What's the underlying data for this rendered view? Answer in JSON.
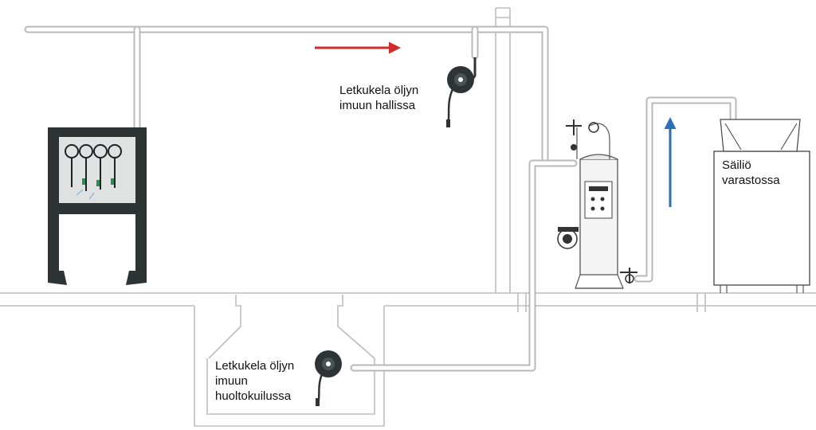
{
  "labels": {
    "reel_hall_line1": "Letkukela öljyn",
    "reel_hall_line2": "imuun hallissa",
    "reel_pit_line1": "Letkukela öljyn",
    "reel_pit_line2": "imuun",
    "reel_pit_line3": "huoltokuilussa",
    "tank_line1": "Säiliö",
    "tank_line2": "varastossa"
  },
  "colors": {
    "flow_arrow_red": "#d42a2a",
    "flow_arrow_blue": "#2f6fb5",
    "pipe": "#b9b9b9",
    "equipment_dark": "#2e3436"
  },
  "icons": [
    "hose-reel-icon",
    "oil-rack-icon",
    "suction-tank-icon",
    "storage-tank-icon",
    "flow-arrow-icon"
  ]
}
